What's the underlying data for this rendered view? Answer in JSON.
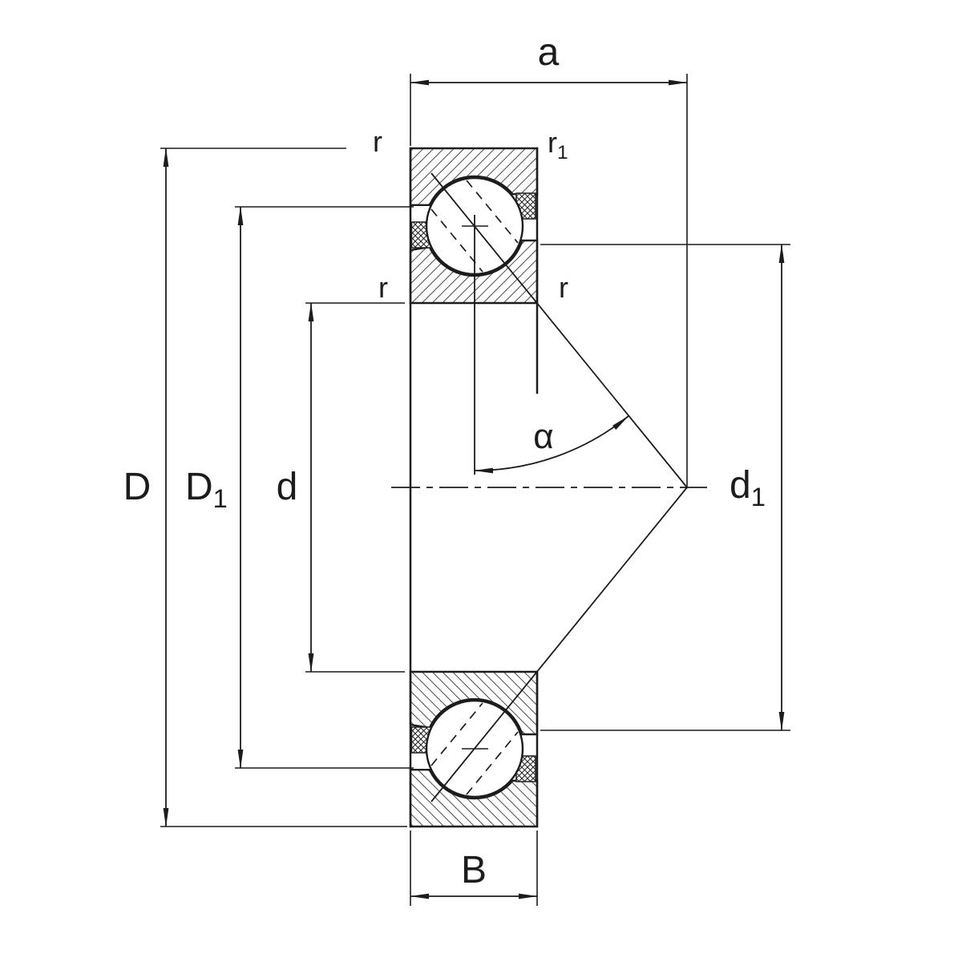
{
  "diagram": {
    "colors": {
      "line": "#1c1c1c",
      "background": "#ffffff"
    },
    "labels": {
      "a": "a",
      "r_top_left": "r",
      "r1_top_right": {
        "base": "r",
        "sub": "1"
      },
      "r_mid_left": "r",
      "r_mid_right": "r",
      "alpha": "α",
      "D": "D",
      "D1": {
        "base": "D",
        "sub": "1"
      },
      "d": "d",
      "d1": {
        "base": "d",
        "sub": "1"
      },
      "B": "B"
    }
  }
}
